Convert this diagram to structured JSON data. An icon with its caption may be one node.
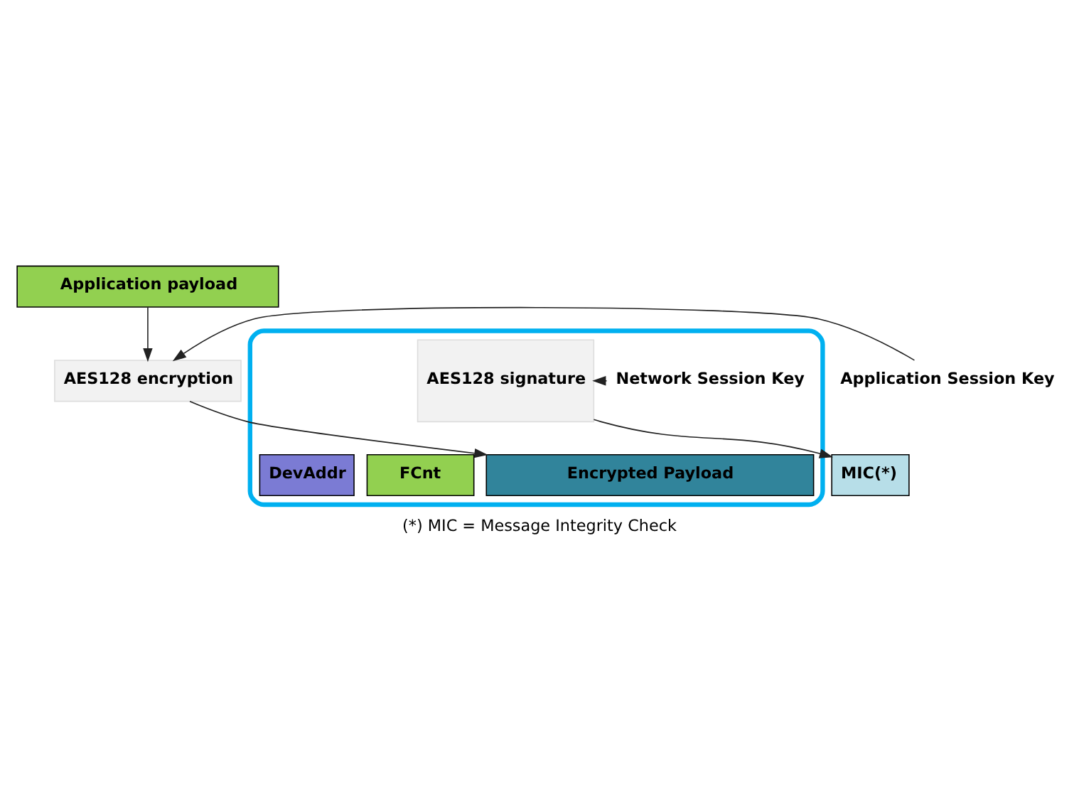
{
  "diagram": {
    "caption": "(*) MIC = Message Integrity Check",
    "nodes": [
      {
        "text": [
          "Application payload"
        ]
      },
      {
        "text": [
          "Application Session Key"
        ]
      },
      {
        "text": [
          "AES128 encryption"
        ]
      },
      {
        "text": [],
        "shape": "box"
      },
      {
        "text": [
          "DevAddr"
        ],
        "in": 3
      },
      {
        "text": [
          "FCnt"
        ],
        "in": 3
      },
      {
        "text": [
          "Encrypted Payload"
        ],
        "in": 3
      },
      {
        "text": [
          "MIC(*)"
        ]
      },
      {
        "text": [
          "Network Session Key"
        ],
        "in": 3
      },
      {
        "text": [
          "AES128 signature"
        ],
        "in": 3
      }
    ],
    "edges": [
      {
        "from": 0,
        "to": 2,
        "arrow": "to"
      },
      {
        "from": 1,
        "to": 2,
        "arrow": "to"
      },
      {
        "from": 2,
        "to": 6,
        "arrow": "to"
      },
      {
        "from": 8,
        "to": 9,
        "arrow": "to"
      },
      {
        "from": 9,
        "to": 7,
        "arrow": "to"
      }
    ]
  }
}
